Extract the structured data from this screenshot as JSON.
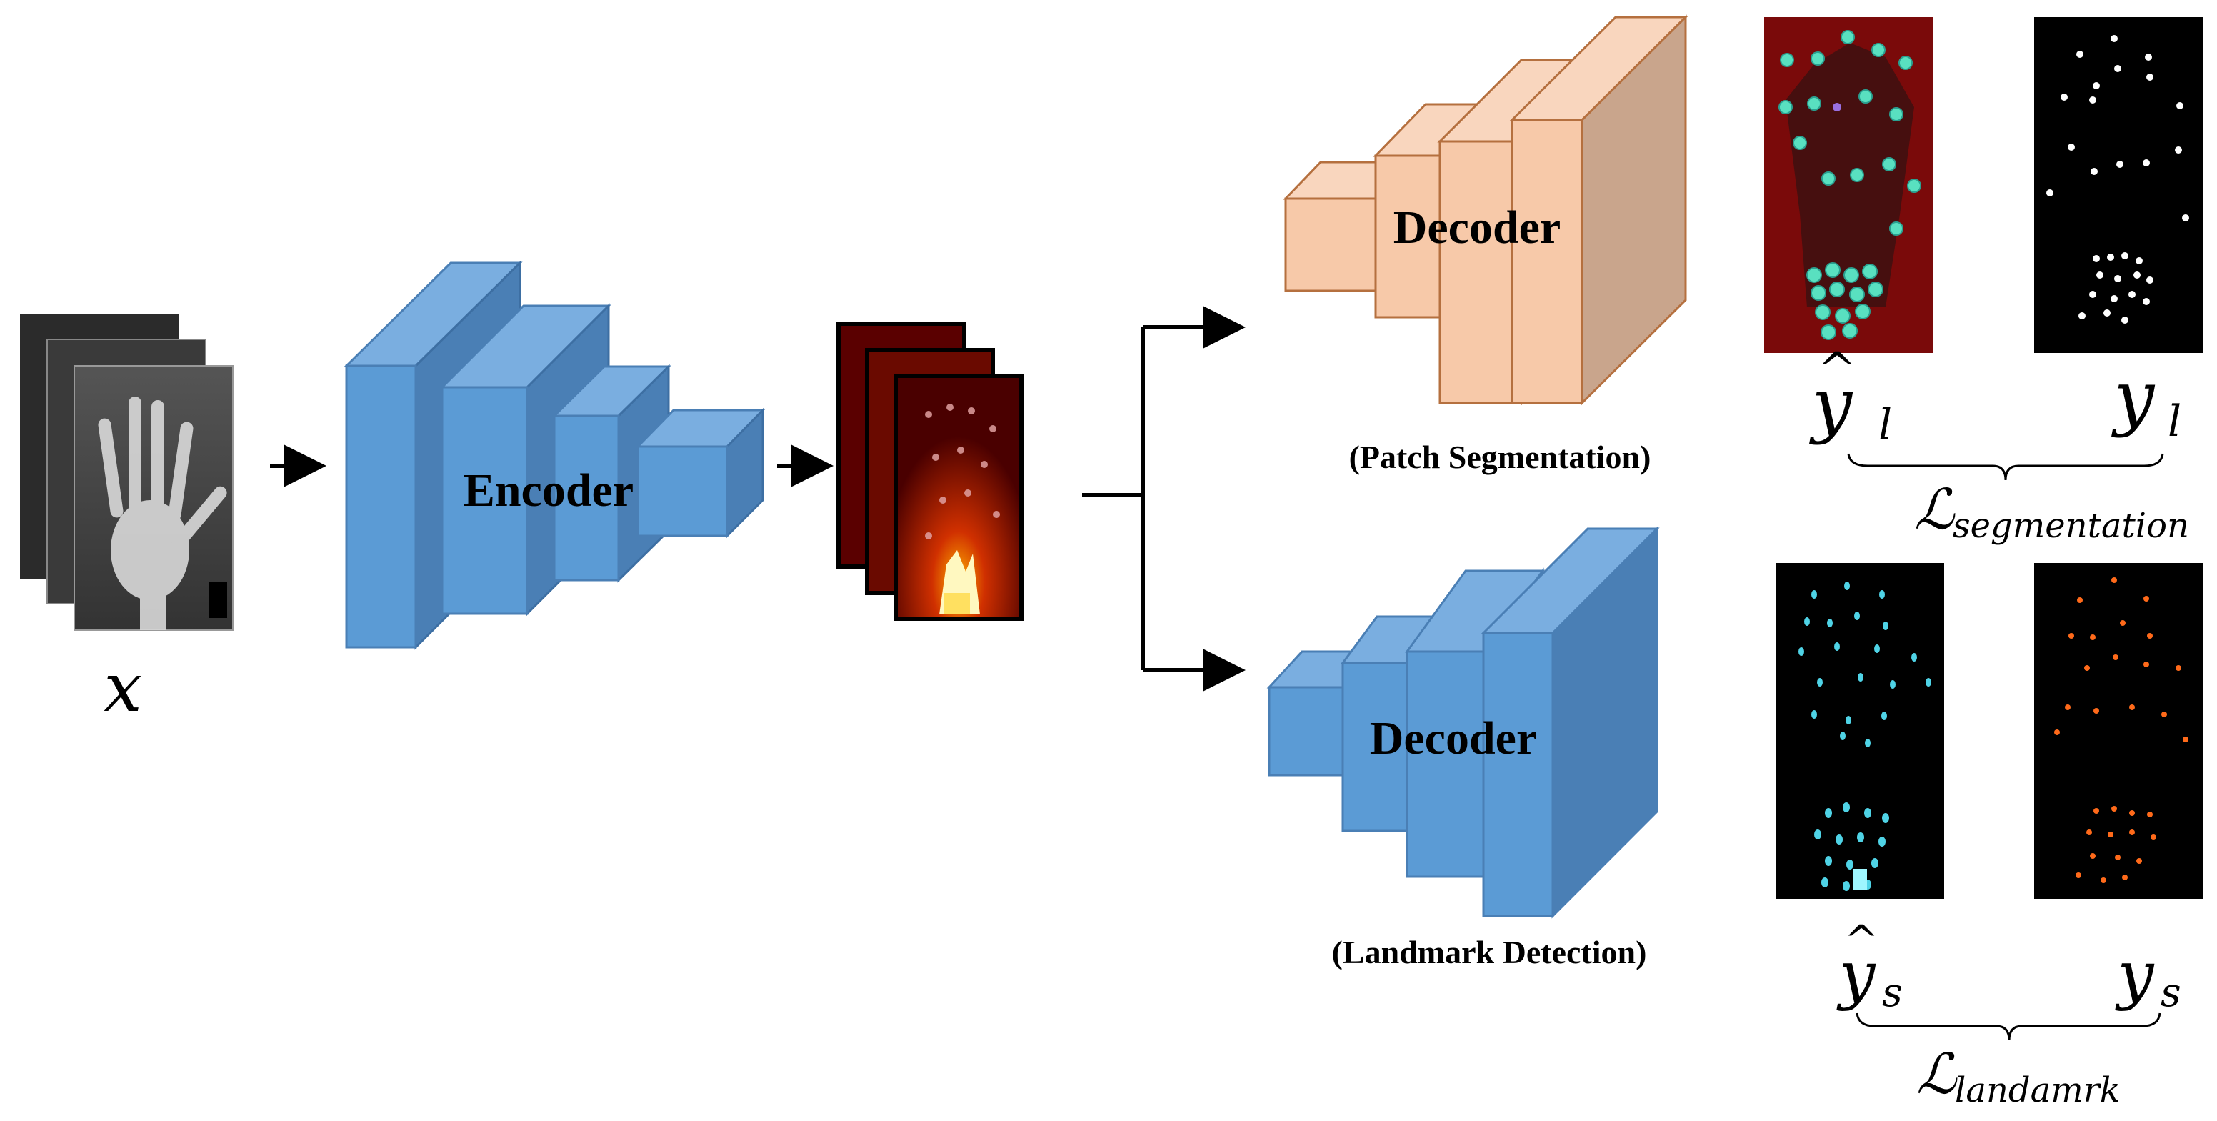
{
  "input": {
    "variable": "x"
  },
  "encoder": {
    "label": "Encoder"
  },
  "decoder_top": {
    "label": "Decoder",
    "caption": "(Patch Segmentation)"
  },
  "decoder_bottom": {
    "label": "Decoder",
    "caption": "(Landmark Detection)"
  },
  "outputs_top": {
    "pred": {
      "base": "y",
      "hat": "^",
      "sub": "l"
    },
    "gt": {
      "base": "y",
      "sub": "l"
    },
    "loss": {
      "base": "ℒ",
      "sub": "segmentation"
    }
  },
  "outputs_bottom": {
    "pred": {
      "base": "y",
      "hat": "^",
      "sub": "s"
    },
    "gt": {
      "base": "y",
      "sub": "s"
    },
    "loss": {
      "base": "ℒ",
      "sub": "landamrk"
    }
  },
  "colors": {
    "encoder_front": "#5b9bd5",
    "encoder_top": "#7aaee0",
    "encoder_side": "#4a7fb5",
    "decoder_top_front": "#f7c9a9",
    "decoder_top_top": "#f9d6be",
    "decoder_top_side": "#c9a58c",
    "decoder_top_stroke": "#b5703f",
    "heatmap_bg": "#5a0000",
    "seg_pred_bg": "#7a0a0a",
    "seg_dots": "#59e0c0",
    "cyan_dots": "#4fd3e6",
    "orange_dots": "#ff6a1a"
  },
  "icons": [
    "right-arrow-icon",
    "branch-arrow-icon",
    "xray-hand-image",
    "heatmap-image"
  ]
}
